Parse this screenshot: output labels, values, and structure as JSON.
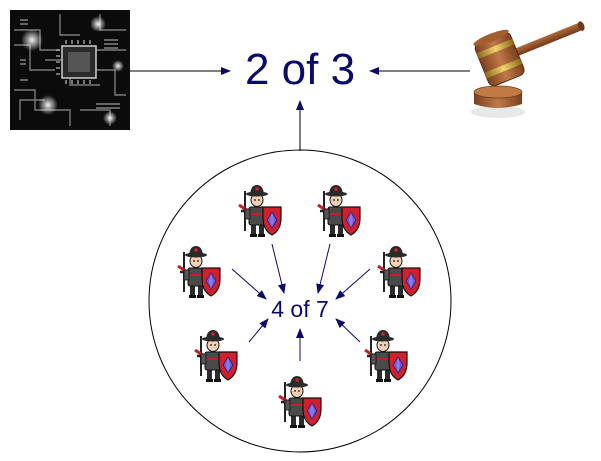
{
  "top_threshold": {
    "label": "2 of 3",
    "color": "#0a0a6b"
  },
  "inner_threshold": {
    "label": "4 of 7",
    "color": "#0a0a6b"
  },
  "sources": [
    {
      "name": "circuit-board-image",
      "icon": "circuit-chip-icon"
    },
    {
      "name": "gavel-image",
      "icon": "gavel-icon"
    },
    {
      "name": "guardians-group",
      "icon": "knight-guard-icon",
      "count": 7
    }
  ],
  "colors": {
    "arrow": "#0a0a6b",
    "line": "#000000",
    "shield": "#d11f2b",
    "gem": "#6b5bd6"
  }
}
